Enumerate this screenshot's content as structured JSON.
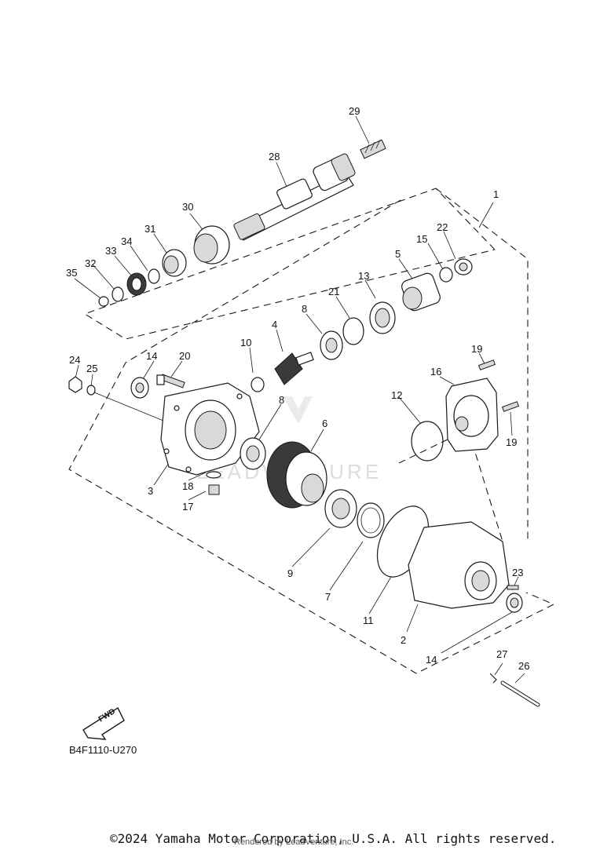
{
  "diagram": {
    "callouts": [
      "1",
      "2",
      "3",
      "4",
      "5",
      "6",
      "7",
      "8",
      "8",
      "9",
      "10",
      "11",
      "12",
      "13",
      "14",
      "14",
      "15",
      "16",
      "17",
      "18",
      "19",
      "19",
      "20",
      "21",
      "22",
      "23",
      "24",
      "25",
      "26",
      "27",
      "28",
      "29",
      "30",
      "31",
      "32",
      "33",
      "34",
      "35"
    ],
    "fwd_label": "FWD",
    "diagram_code": "B4F1110-U270",
    "watermark_text": "LEADVENTURE",
    "copyright": "©2024 Yamaha Motor Corporation, U.S.A. All rights reserved.",
    "rendered_by": "Rendered by LeadVenture, Inc."
  }
}
